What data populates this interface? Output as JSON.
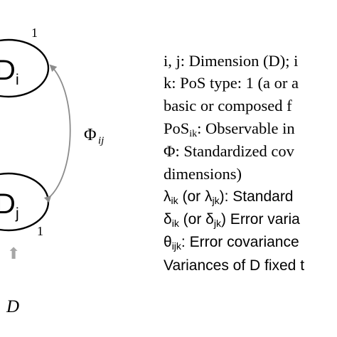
{
  "diagram": {
    "node_top": {
      "letter": "D",
      "subscript": "i",
      "label": "1"
    },
    "node_bottom": {
      "letter": "D",
      "subscript": "j",
      "label": "1"
    },
    "covariance": {
      "symbol": "Φ",
      "subscript": "ij"
    },
    "dimension_marker": {
      "arrow": "⬆",
      "label": "D"
    }
  },
  "legend": {
    "lines": [
      {
        "parts": [
          {
            "text": "i, j: Dimension (D); i",
            "sub": false
          }
        ]
      },
      {
        "parts": [
          {
            "text": "k: PoS type: 1 (a or a",
            "sub": false
          }
        ]
      },
      {
        "parts": [
          {
            "text": "basic or composed f",
            "sub": false
          }
        ]
      },
      {
        "parts": [
          {
            "text": "PoS",
            "sub": false
          },
          {
            "text": "ik",
            "sub": true
          },
          {
            "text": ": Observable in",
            "sub": false
          }
        ]
      },
      {
        "parts": [
          {
            "text": "Φ: Standardized cov",
            "sub": false
          }
        ]
      },
      {
        "parts": [
          {
            "text": "dimensions)",
            "sub": false
          }
        ]
      },
      {
        "parts": [
          {
            "text": "λ",
            "sub": false
          },
          {
            "text": "ik",
            "sub": true
          },
          {
            "text": " (or λ",
            "sub": false
          },
          {
            "text": "jk",
            "sub": true
          },
          {
            "text": "): Standard",
            "sub": false
          }
        ]
      },
      {
        "parts": [
          {
            "text": "δ",
            "sub": false
          },
          {
            "text": "ik",
            "sub": true
          },
          {
            "text": " (or δ",
            "sub": false
          },
          {
            "text": "jk",
            "sub": true
          },
          {
            "text": ") Error varia",
            "sub": false
          }
        ]
      },
      {
        "parts": [
          {
            "text": "θ",
            "sub": false
          },
          {
            "text": "ijk",
            "sub": true
          },
          {
            "text": ": Error covariance",
            "sub": false
          }
        ]
      },
      {
        "parts": [
          {
            "text": "Variances of D fixed t",
            "sub": false
          }
        ]
      }
    ]
  },
  "colors": {
    "ink": "#000000",
    "arrow": "#8c8c8c",
    "up_arrow": "#a6a6a6"
  }
}
